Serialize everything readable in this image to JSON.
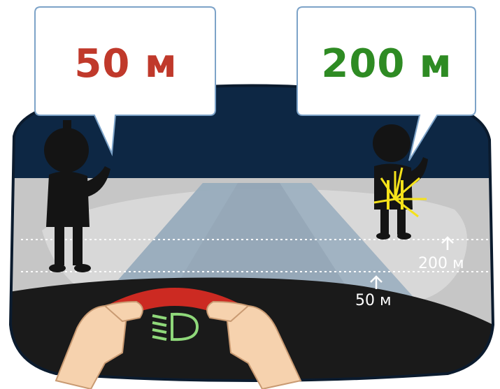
{
  "bubbles": {
    "left": {
      "text": "50 м",
      "color": "#c0392b"
    },
    "right": {
      "text": "200 м",
      "color": "#2e8b23"
    }
  },
  "markers": {
    "near": {
      "text": "50 м"
    },
    "far": {
      "text": "200 м"
    }
  },
  "colors": {
    "sky": "#0d2744",
    "road": "#c8c8c8",
    "beam": "#8fa3b5",
    "dashboard": "#1a1a1a",
    "wheel": "#cc2a22",
    "hands": "#f6d2ae",
    "headlight_icon": "#8fd87a",
    "flash": "#f5e21a"
  },
  "icons": {
    "headlight": "low-beam-headlight-icon",
    "flash": "light-flash-icon"
  }
}
